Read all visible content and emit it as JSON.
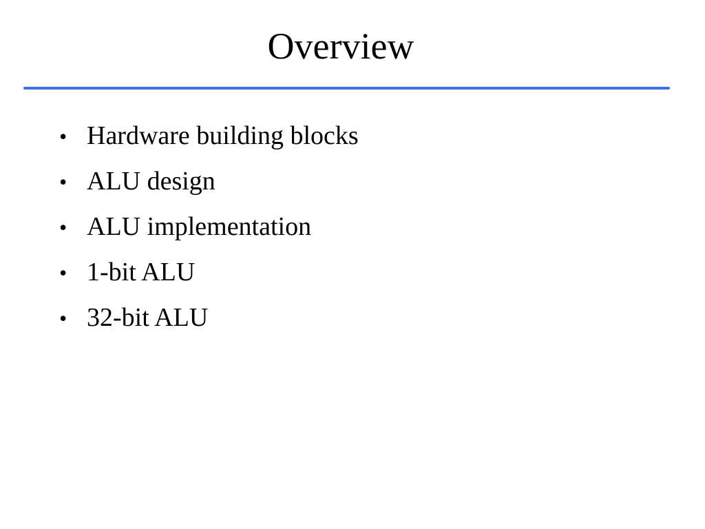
{
  "slide": {
    "title": "Overview",
    "rule_color": "#3a6fe6",
    "bullet_glyph": "•",
    "bullets": [
      "Hardware building blocks",
      "ALU design",
      "ALU implementation",
      "1-bit ALU",
      "32-bit ALU"
    ]
  }
}
